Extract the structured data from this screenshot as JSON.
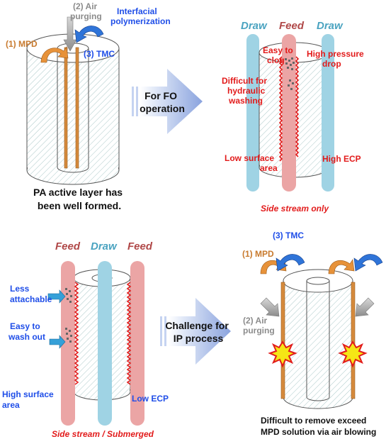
{
  "colors": {
    "orange": "#c87a2e",
    "gray": "#8c8c8c",
    "blue": "#1f4ee8",
    "red": "#e21b1b",
    "draw": "#4aa3c0",
    "feed": "#b04848",
    "draw_tube": "#9fd3e4",
    "feed_tube": "#eba5a5",
    "arrow_light": "#d9e2f6",
    "arrow_dark": "#8ea6df"
  },
  "top_left": {
    "label_air": [
      "(2) Air",
      "purging"
    ],
    "label_interfacial": [
      "Interfacial",
      "polymerization"
    ],
    "label_mpd": "(1) MPD",
    "label_tmc": "(3) TMC",
    "caption": [
      "PA active layer has",
      "been well formed."
    ]
  },
  "arrow_fo": {
    "text": [
      "For FO",
      "operation"
    ]
  },
  "top_right": {
    "draw_left": "Draw",
    "feed": "Feed",
    "draw_right": "Draw",
    "easy_to_clog": [
      "Easy to",
      "clog"
    ],
    "high_pressure_drop": [
      "High pressure",
      "drop"
    ],
    "difficult": [
      "Difficult for",
      "hydraulic",
      "washing"
    ],
    "low_surface_area": [
      "Low surface",
      "area"
    ],
    "high_ecp": "High ECP",
    "side_stream_only": "Side stream only"
  },
  "bottom_left": {
    "feed_left": "Feed",
    "draw": "Draw",
    "feed_right": "Feed",
    "less_attachable": [
      "Less",
      "attachable"
    ],
    "easy_wash_out": [
      "Easy to",
      "wash out"
    ],
    "high_surface_area": [
      "High surface",
      "area"
    ],
    "low_ecp": "Low ECP",
    "caption": "Side stream / Submerged"
  },
  "arrow_ip": {
    "text": [
      "Challenge for",
      "IP process"
    ]
  },
  "bottom_right": {
    "label_tmc": "(3) TMC",
    "label_mpd": "(1) MPD",
    "label_air": [
      "(2) Air",
      "purging"
    ],
    "caption": [
      "Difficult  to remove exceed",
      "MPD solution via air blowing"
    ]
  }
}
